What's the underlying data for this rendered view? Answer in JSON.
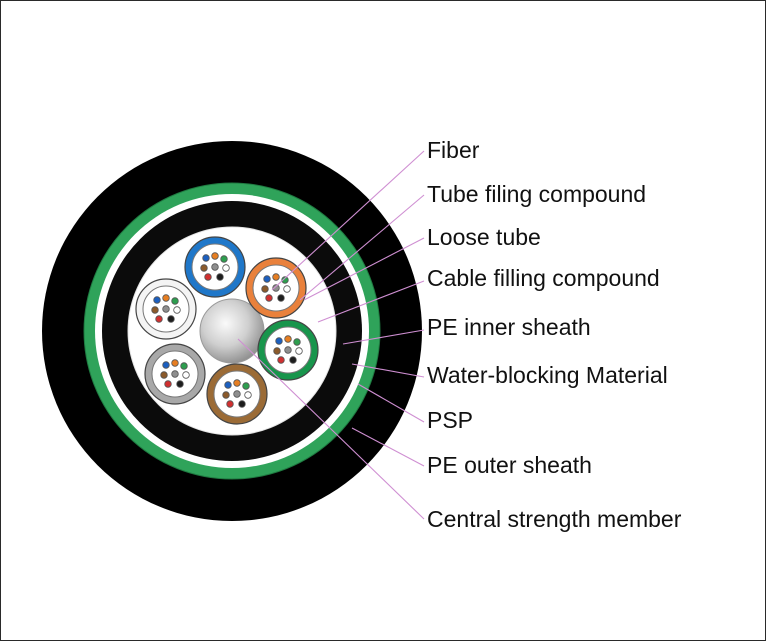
{
  "colors": {
    "outer_sheath": "#000000",
    "psp_band": "#2fa35a",
    "water_blocking": "#ffffff",
    "inner_sheath": "#0b0b0b",
    "core": "#ffffff",
    "leader": "#cf8fd2",
    "label_text": "#111111"
  },
  "labels": [
    {
      "id": "fiber",
      "text": "Fiber"
    },
    {
      "id": "tube-filling",
      "text": "Tube filing compound"
    },
    {
      "id": "loose-tube",
      "text": "Loose tube"
    },
    {
      "id": "cable-filling",
      "text": "Cable filling compound"
    },
    {
      "id": "pe-inner",
      "text": "PE inner sheath"
    },
    {
      "id": "water-blocking",
      "text": "Water-blocking Material"
    },
    {
      "id": "psp",
      "text": "PSP"
    },
    {
      "id": "pe-outer",
      "text": "PE outer sheath"
    },
    {
      "id": "csm",
      "text": "Central strength member"
    }
  ],
  "tubes": [
    {
      "name": "blue",
      "color": "#1f77c9"
    },
    {
      "name": "orange",
      "color": "#e9813c"
    },
    {
      "name": "green",
      "color": "#18954c"
    },
    {
      "name": "brown",
      "color": "#9b6b36"
    },
    {
      "name": "gray",
      "color": "#a8a8a8"
    },
    {
      "name": "white",
      "color": "#f4f4f4"
    }
  ],
  "fiber_colors": [
    "#1c5fbf",
    "#e67e22",
    "#2e9e4f",
    "#8b5a2b",
    "#8e8e8e",
    "#ffffff",
    "#d03030",
    "#1d1d1d"
  ]
}
